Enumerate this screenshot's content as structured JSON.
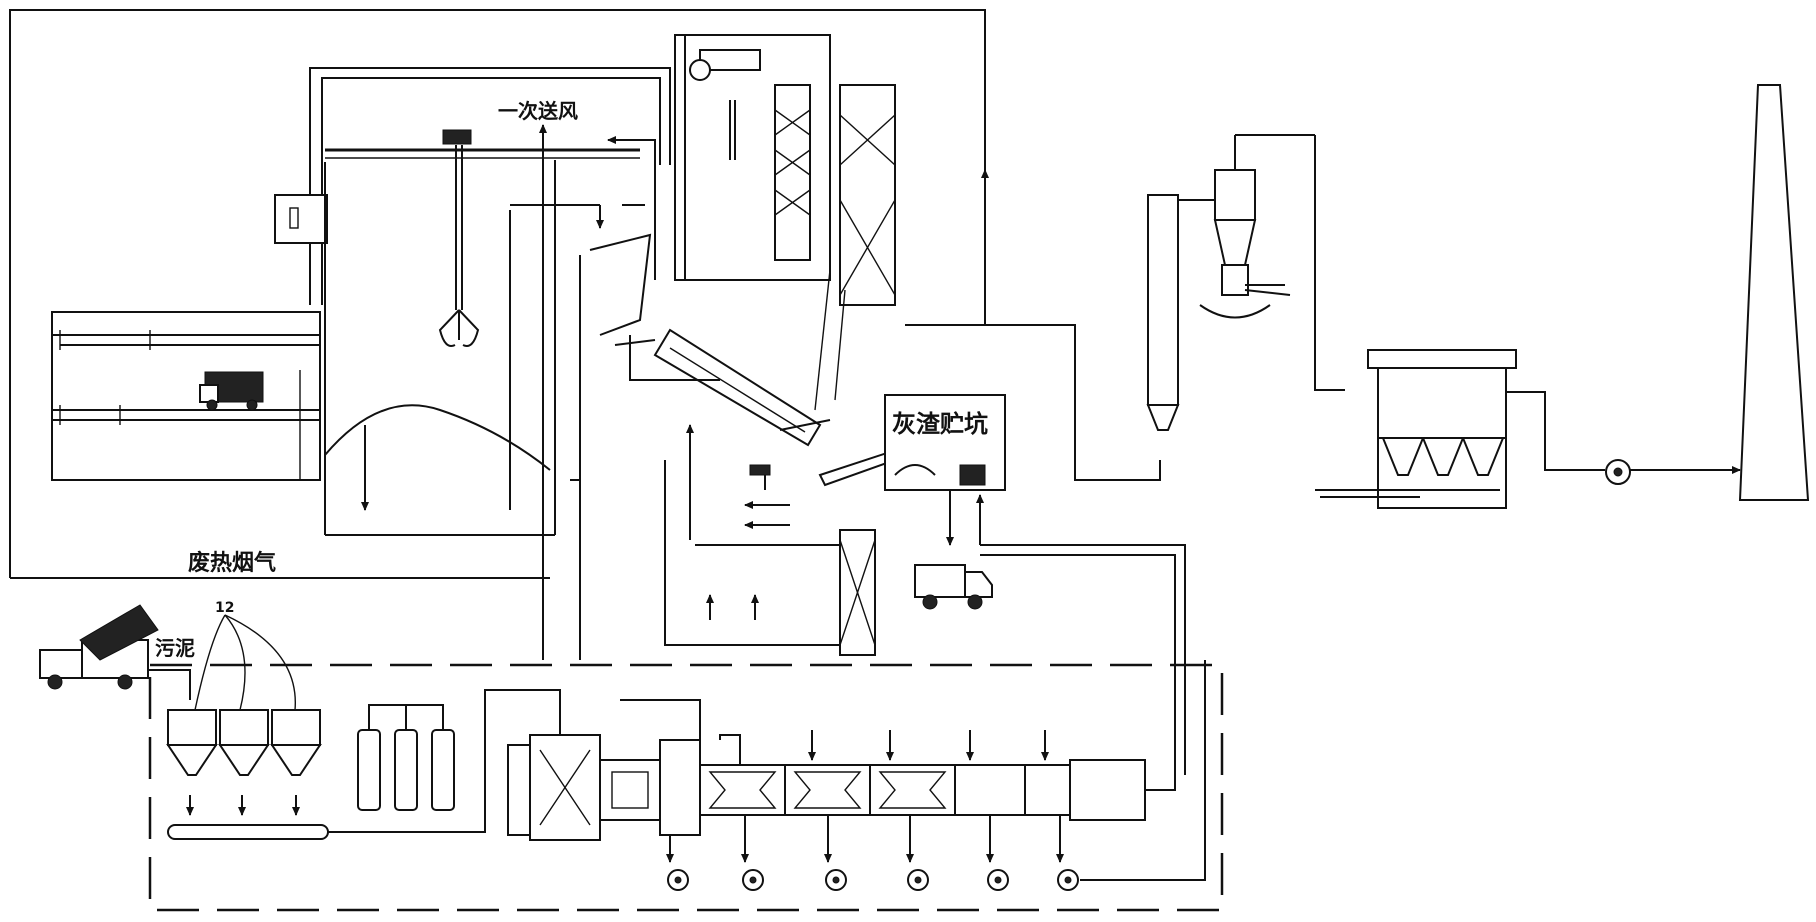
{
  "labels": {
    "primary_air": "一次送风",
    "ash_pit": "灰渣贮坑",
    "waste_heat_flue_gas": "废热烟气",
    "sludge": "污泥",
    "tank_number": "12"
  },
  "colors": {
    "line": "#111111",
    "background": "#ffffff"
  },
  "icons": [
    "truck-icon",
    "grab-crane-icon",
    "fan-icon",
    "cyclone-icon",
    "chimney-icon",
    "baghouse-icon",
    "silo-icon",
    "gas-cylinder-icon"
  ]
}
